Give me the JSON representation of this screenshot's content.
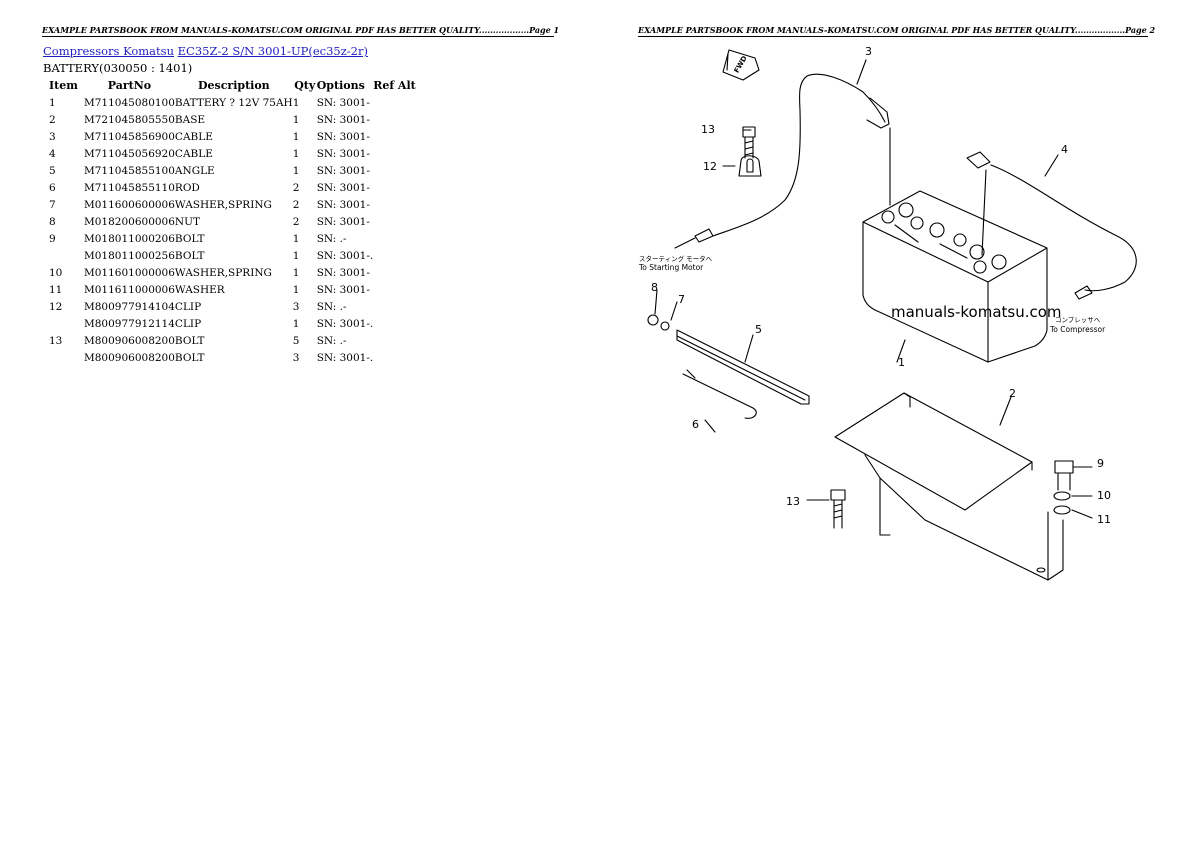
{
  "banner": {
    "page1": "EXAMPLE PARTSBOOK FROM MANUALS-KOMATSU.COM ORIGINAL PDF HAS BETTER QUALITY..................Page 1",
    "page2": "EXAMPLE PARTSBOOK FROM MANUALS-KOMATSU.COM ORIGINAL PDF HAS BETTER QUALITY..................Page 2"
  },
  "breadcrumb": {
    "category": "Compressors Komatsu",
    "model": "EC35Z-2 S/N 3001-UP(ec35z-2r)"
  },
  "section_title": "BATTERY(030050 : 1401)",
  "table": {
    "headers": {
      "item": "Item",
      "partno": "PartNo",
      "description": "Description",
      "qty": "Qty",
      "options": "Options",
      "refalt": "Ref Alt"
    },
    "rows": [
      {
        "item": "1",
        "partno": "M711045080100",
        "description": "BATTERY ? 12V 75AH",
        "qty": "1",
        "options": "SN: 3001-",
        "refalt": ""
      },
      {
        "item": "2",
        "partno": "M721045805550",
        "description": "BASE",
        "qty": "1",
        "options": "SN: 3001-",
        "refalt": ""
      },
      {
        "item": "3",
        "partno": "M711045856900",
        "description": "CABLE",
        "qty": "1",
        "options": "SN: 3001-",
        "refalt": ""
      },
      {
        "item": "4",
        "partno": "M711045056920",
        "description": "CABLE",
        "qty": "1",
        "options": "SN: 3001-",
        "refalt": ""
      },
      {
        "item": "5",
        "partno": "M711045855100",
        "description": "ANGLE",
        "qty": "1",
        "options": "SN: 3001-",
        "refalt": ""
      },
      {
        "item": "6",
        "partno": "M711045855110",
        "description": "ROD",
        "qty": "2",
        "options": "SN: 3001-",
        "refalt": ""
      },
      {
        "item": "7",
        "partno": "M011600600006",
        "description": "WASHER,SPRING",
        "qty": "2",
        "options": "SN: 3001-",
        "refalt": ""
      },
      {
        "item": "8",
        "partno": "M018200600006",
        "description": "NUT",
        "qty": "2",
        "options": "SN: 3001-",
        "refalt": ""
      },
      {
        "item": "9",
        "partno": "M018011000206",
        "description": "BOLT",
        "qty": "1",
        "options": "SN: .-",
        "refalt": ""
      },
      {
        "item": "",
        "partno": "M018011000256",
        "description": "BOLT",
        "qty": "1",
        "options": "SN: 3001-.",
        "refalt": ""
      },
      {
        "item": "10",
        "partno": "M011601000006",
        "description": "WASHER,SPRING",
        "qty": "1",
        "options": "SN: 3001-",
        "refalt": ""
      },
      {
        "item": "11",
        "partno": "M011611000006",
        "description": "WASHER",
        "qty": "1",
        "options": "SN: 3001-",
        "refalt": ""
      },
      {
        "item": "12",
        "partno": "M800977914104",
        "description": "CLIP",
        "qty": "3",
        "options": "SN: .-",
        "refalt": ""
      },
      {
        "item": "",
        "partno": "M800977912114",
        "description": "CLIP",
        "qty": "1",
        "options": "SN: 3001-.",
        "refalt": ""
      },
      {
        "item": "13",
        "partno": "M800906008200",
        "description": "BOLT",
        "qty": "5",
        "options": "SN: .-",
        "refalt": ""
      },
      {
        "item": "",
        "partno": "M800906008200",
        "description": "BOLT",
        "qty": "3",
        "options": "SN: 3001-.",
        "refalt": ""
      }
    ]
  },
  "diagram": {
    "callouts": [
      "1",
      "2",
      "3",
      "4",
      "5",
      "6",
      "7",
      "8",
      "9",
      "10",
      "11",
      "12",
      "13",
      "13"
    ],
    "labels": {
      "fwd": "FWD",
      "starting_jp": "スターティング モータへ",
      "starting_en": "To Starting Motor",
      "compressor_jp": "コンプレッサへ",
      "compressor_en": "To Compressor"
    },
    "watermark": "manuals-komatsu.com"
  }
}
